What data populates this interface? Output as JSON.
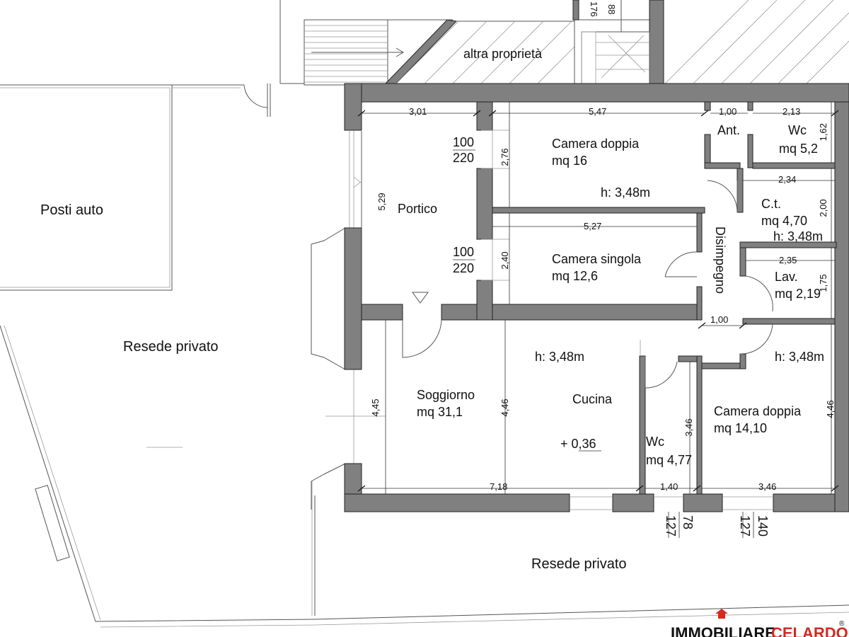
{
  "rooms": {
    "altra_proprieta": "altra proprietà",
    "posti_auto": "Posti auto",
    "resede_left": "Resede privato",
    "resede_bottom": "Resede privato",
    "portico": "Portico",
    "camera_doppia_1": {
      "name": "Camera doppia",
      "area": "mq 16"
    },
    "camera_singola": {
      "name": "Camera singola",
      "area": "mq 12,6"
    },
    "ant": "Ant.",
    "wc_top": {
      "name": "Wc",
      "area": "mq 5,2"
    },
    "ct": {
      "name": "C.t.",
      "area": "mq 4,70",
      "height": "h: 3,48m"
    },
    "lav": {
      "name": "Lav.",
      "area": "mq 2,19"
    },
    "disimpegno": "Disimpegno",
    "soggiorno": {
      "name": "Soggiorno",
      "area": "mq 31,1"
    },
    "cucina": "Cucina",
    "wc_bottom": {
      "name": "Wc",
      "area": "mq 4,77"
    },
    "camera_doppia_2": {
      "name": "Camera doppia",
      "area": "mq 14,10"
    }
  },
  "heights": {
    "camera_doppia": "h: 3,48m",
    "soggiorno": "h: 3,48m",
    "right": "h: 3,48m"
  },
  "elevation": "+ 0,36",
  "dimensions": {
    "portico_w": "3,01",
    "camera_doppia_w": "5,47",
    "ant_w": "1,00",
    "wc_w": "2,13",
    "wc_h": "1,62",
    "camera_doppia_h": "2,76",
    "ct_w": "2,34",
    "ct_h": "2,00",
    "portico_h": "5,29",
    "camera_singola_w": "5,27",
    "camera_singola_h": "2,40",
    "lav_w": "2,35",
    "lav_h": "1,75",
    "disimpegno_w": "1,00",
    "soggiorno_h": "4,45",
    "soggiorno_h2": "4,46",
    "wc_bottom_h": "3,46",
    "right_h": "4,46",
    "bottom_left": "7,18",
    "bottom_mid": "1,40",
    "bottom_right": "3,46"
  },
  "openings": {
    "door1_w": "100",
    "door1_h": "220",
    "door2_w": "100",
    "door2_h": "220",
    "b1": "127",
    "b2": "78",
    "b3": "127",
    "b4": "140",
    "top1": "88",
    "top2": "176"
  },
  "logo": {
    "text_a": "IMMOBILIARE",
    "text_b": "CELARDO",
    "mark": "®",
    "color_dark": "#111111",
    "color_red": "#d42a20"
  },
  "colors": {
    "wall": "#808080",
    "line": "#333333"
  }
}
